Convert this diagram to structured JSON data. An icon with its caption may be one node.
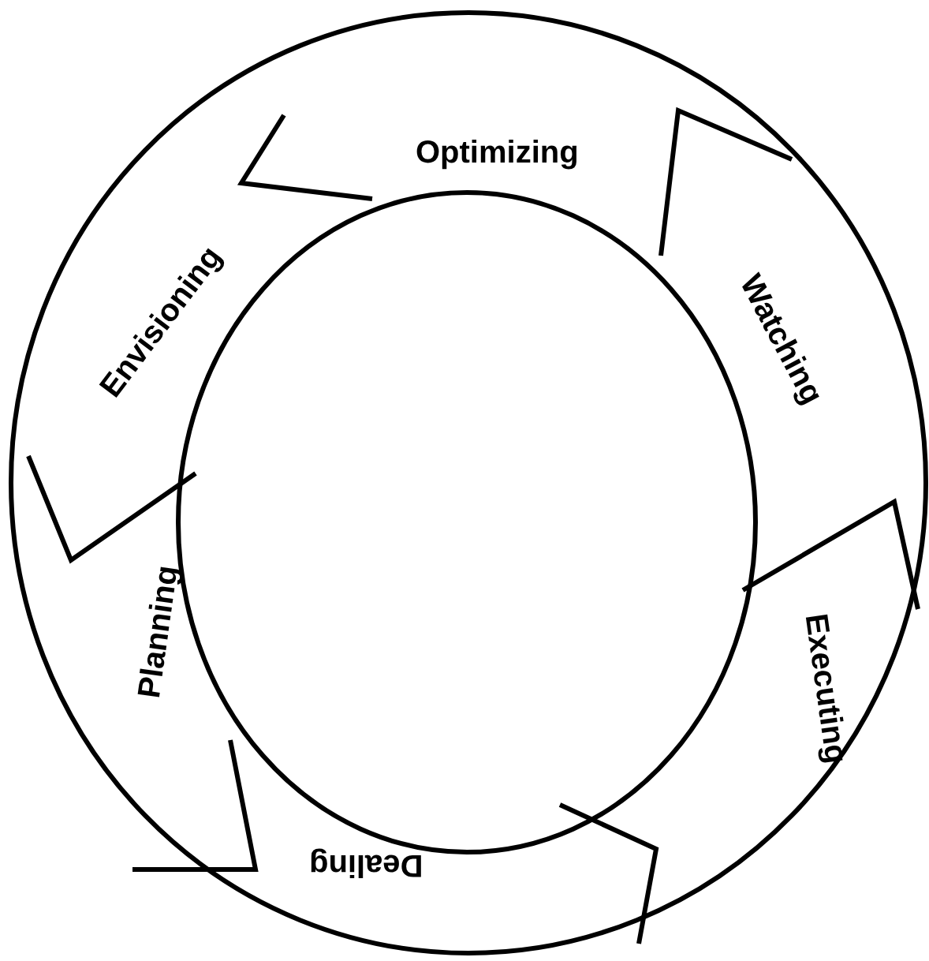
{
  "diagram": {
    "nodes": [
      {
        "text": [
          "Optimizing"
        ]
      },
      {
        "text": [
          "Watching"
        ]
      },
      {
        "text": [
          "Executing"
        ]
      },
      {
        "text": [
          "Dealing"
        ]
      },
      {
        "text": [
          "Planning"
        ]
      },
      {
        "text": [
          "Envisioning"
        ]
      }
    ]
  }
}
